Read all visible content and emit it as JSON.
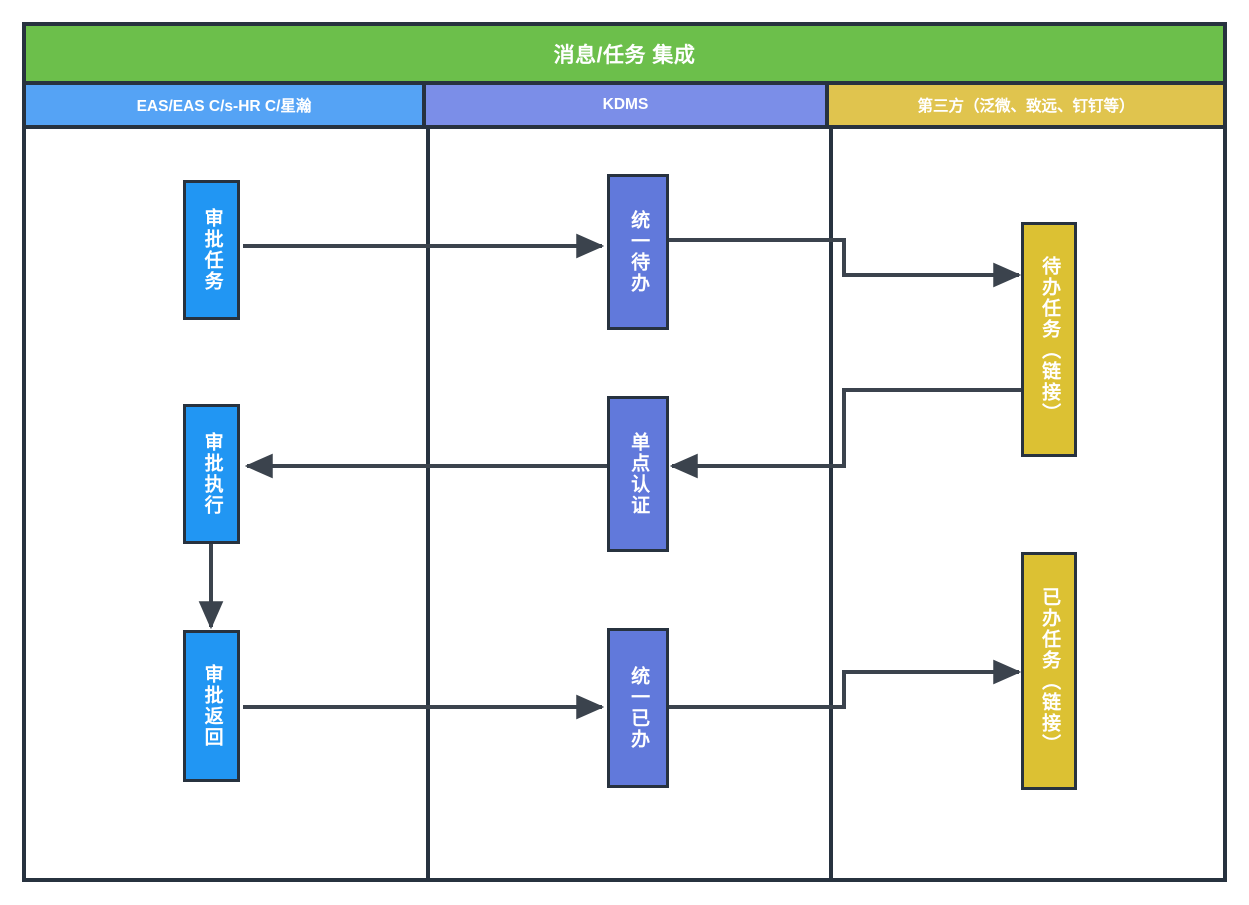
{
  "diagram": {
    "title": "消息/任务 集成",
    "title_color": "#6cbf4b",
    "frame_color": "#27323f",
    "lanes": [
      {
        "id": "eas",
        "label": "EAS/EAS C/s-HR C/星瀚",
        "color": "#55a3f5"
      },
      {
        "id": "kdms",
        "label": "KDMS",
        "color": "#7b8ee8"
      },
      {
        "id": "third",
        "label": "第三方（泛微、致远、钉钉等）",
        "color": "#e0c44e"
      }
    ],
    "nodes": [
      {
        "id": "approval-task",
        "lane": "eas",
        "label": "审批任务",
        "color": "#2196f3"
      },
      {
        "id": "approval-execute",
        "lane": "eas",
        "label": "审批执行",
        "color": "#2196f3"
      },
      {
        "id": "approval-return",
        "lane": "eas",
        "label": "审批返回",
        "color": "#2196f3"
      },
      {
        "id": "unified-todo",
        "lane": "kdms",
        "label": "统一待办",
        "color": "#6179db"
      },
      {
        "id": "single-sign-on",
        "lane": "kdms",
        "label": "单点认证",
        "color": "#6179db"
      },
      {
        "id": "unified-done",
        "lane": "kdms",
        "label": "统一已办",
        "color": "#6179db"
      },
      {
        "id": "todo-task-link",
        "lane": "third",
        "label": "待办任务（链接）",
        "color": "#dcc133"
      },
      {
        "id": "done-task-link",
        "lane": "third",
        "label": "已办任务（链接）",
        "color": "#dcc133"
      }
    ],
    "connections": [
      {
        "from": "approval-task",
        "to": "unified-todo",
        "style": "straight"
      },
      {
        "from": "unified-todo",
        "to": "todo-task-link",
        "style": "step-down"
      },
      {
        "from": "todo-task-link",
        "to": "single-sign-on",
        "style": "step-down-left"
      },
      {
        "from": "single-sign-on",
        "to": "approval-execute",
        "style": "straight-left"
      },
      {
        "from": "approval-execute",
        "to": "approval-return",
        "style": "vertical"
      },
      {
        "from": "approval-return",
        "to": "unified-done",
        "style": "straight"
      },
      {
        "from": "unified-done",
        "to": "done-task-link",
        "style": "step-up"
      }
    ]
  }
}
